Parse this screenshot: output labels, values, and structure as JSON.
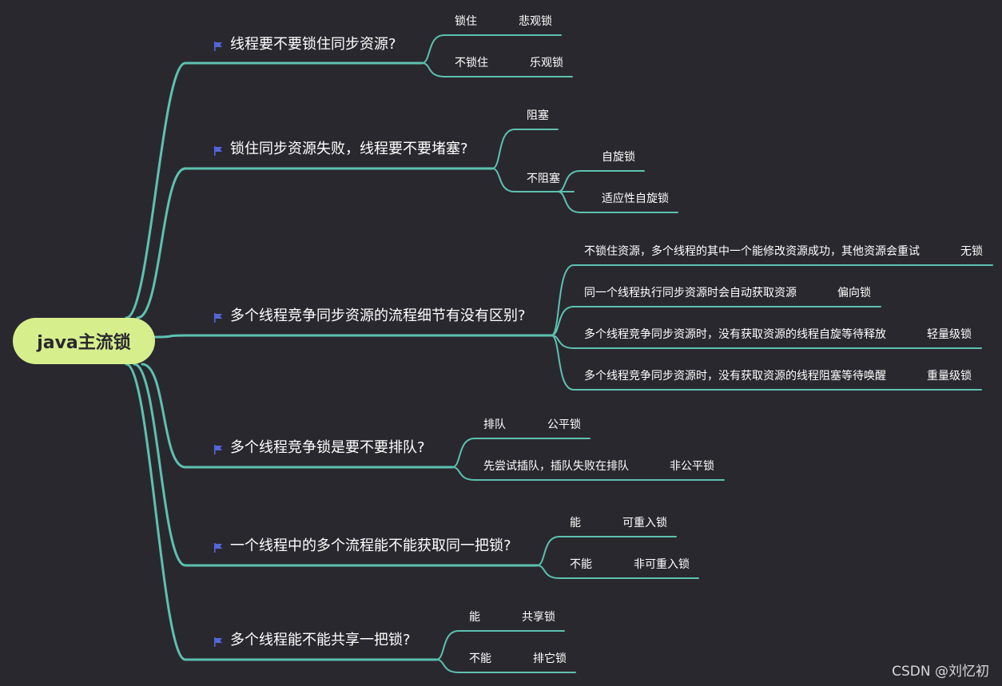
{
  "root": "java主流锁",
  "branches": [
    {
      "label": "线程要不要锁住同步资源?",
      "leaves": [
        {
          "label": "锁住",
          "value": "悲观锁"
        },
        {
          "label": "不锁住",
          "value": "乐观锁"
        }
      ]
    },
    {
      "label": "锁住同步资源失败，线程要不要堵塞?",
      "leaves": [
        {
          "label": "阻塞"
        },
        {
          "label": "不阻塞",
          "children": [
            {
              "label": "自旋锁"
            },
            {
              "label": "适应性自旋锁"
            }
          ]
        }
      ]
    },
    {
      "label": "多个线程竞争同步资源的流程细节有没有区别?",
      "leaves": [
        {
          "label": "不锁住资源，多个线程的其中一个能修改资源成功，其他资源会重试",
          "value": "无锁"
        },
        {
          "label": "同一个线程执行同步资源时会自动获取资源",
          "value": "偏向锁"
        },
        {
          "label": "多个线程竞争同步资源时，没有获取资源的线程自旋等待释放",
          "value": "轻量级锁"
        },
        {
          "label": "多个线程竞争同步资源时，没有获取资源的线程阻塞等待唤醒",
          "value": "重量级锁"
        }
      ]
    },
    {
      "label": "多个线程竞争锁是要不要排队?",
      "leaves": [
        {
          "label": "排队",
          "value": "公平锁"
        },
        {
          "label": "先尝试插队，插队失败在排队",
          "value": "非公平锁"
        }
      ]
    },
    {
      "label": "一个线程中的多个流程能不能获取同一把锁?",
      "leaves": [
        {
          "label": "能",
          "value": "可重入锁"
        },
        {
          "label": "不能",
          "value": "非可重入锁"
        }
      ]
    },
    {
      "label": "多个线程能不能共享一把锁?",
      "leaves": [
        {
          "label": "能",
          "value": "共享锁"
        },
        {
          "label": "不能",
          "value": "排它锁"
        }
      ]
    }
  ],
  "watermark": "CSDN @刘忆初",
  "colors": {
    "background": "#2a282f",
    "line": "#5cc2b0",
    "root": "#d6ef8c",
    "flag": "#5566dd"
  },
  "icons": {
    "branch_marker": "flag-icon"
  }
}
